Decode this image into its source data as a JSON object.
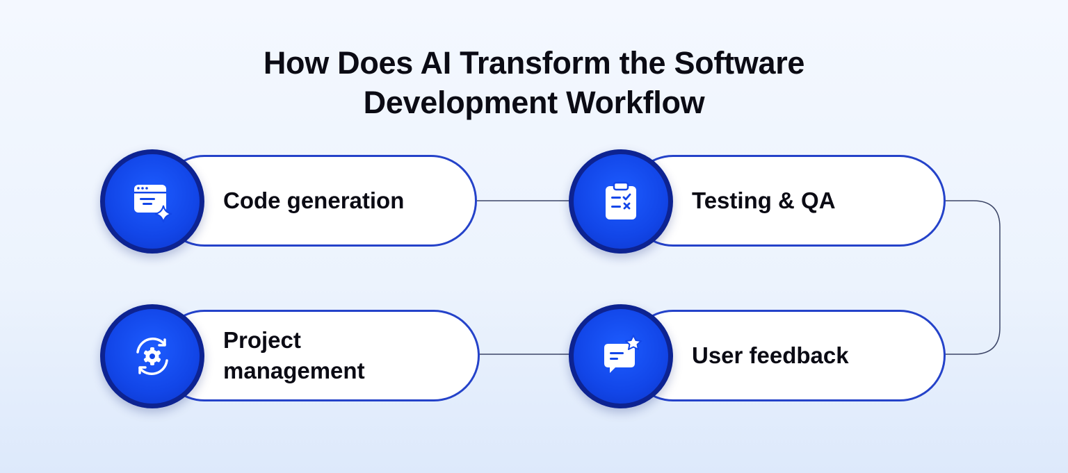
{
  "title": {
    "line1": "How Does AI Transform the Software",
    "line2": "Development Workflow"
  },
  "steps": [
    {
      "label": "Code generation",
      "icon": "code-window-sparkle-icon"
    },
    {
      "label": "Testing & QA",
      "icon": "clipboard-check-icon"
    },
    {
      "label": "User feedback",
      "icon": "chat-star-icon"
    },
    {
      "label_line1": "Project",
      "label_line2": "management",
      "icon": "gear-cycle-icon"
    }
  ],
  "colors": {
    "accent": "#1246e8",
    "circle_border": "#0d2391",
    "pill_border": "#2442c9",
    "connector": "#3b4466"
  }
}
